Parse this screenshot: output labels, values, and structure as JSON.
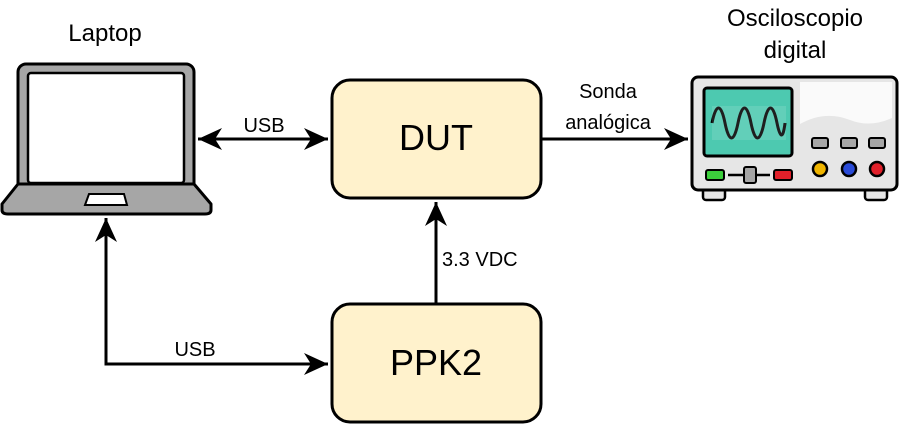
{
  "labels": {
    "laptop": "Laptop",
    "oscilloscope_line1": "Osciloscopio",
    "oscilloscope_line2": "digital",
    "dut": "DUT",
    "ppk2": "PPK2",
    "usb_top": "USB",
    "usb_bottom": "USB",
    "probe_line1": "Sonda",
    "probe_line2": "analógica",
    "voltage": "3.3 VDC"
  },
  "colors": {
    "block_fill": "#fff2cc",
    "stroke": "#000000",
    "laptop_body": "#a6a6a6",
    "scope_body": "#e6e6e6",
    "scope_screen": "#4dc9b0",
    "knob_yellow": "#f0b500",
    "knob_blue": "#2a4bd7",
    "knob_red": "#e0202a",
    "button_green": "#3ccf3c",
    "button_red": "#e0202a"
  },
  "icons": [
    "laptop-icon",
    "oscilloscope-icon"
  ]
}
